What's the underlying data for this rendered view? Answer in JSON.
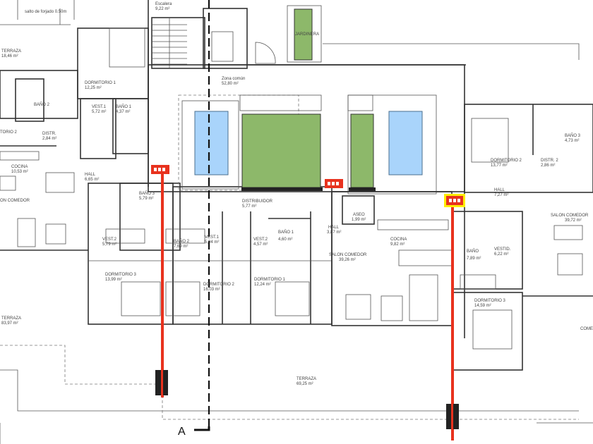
{
  "plan_note": "salto de forjado 0.50m",
  "rooms": [
    {
      "name": "TERRAZA",
      "area": "18,46 m²"
    },
    {
      "name": "DORMITORIO 1",
      "area": "12,25 m²"
    },
    {
      "name": "BAÑO 2",
      "area": ""
    },
    {
      "name": "VEST.1",
      "area": "5,72 m²"
    },
    {
      "name": "BAÑO 1",
      "area": "4,37 m²"
    },
    {
      "name": "TORIO 2",
      "area": ""
    },
    {
      "name": "DISTR.",
      "area": "2,84 m²"
    },
    {
      "name": "COCINA",
      "area": "10,53 m²"
    },
    {
      "name": "HALL",
      "area": "6,65 m²"
    },
    {
      "name": "BAÑO 3",
      "area": "5,79 m²"
    },
    {
      "name": "ON COMEDOR",
      "area": ""
    },
    {
      "name": "Escalera",
      "area": "9,22 m²"
    },
    {
      "name": "JARDINERA",
      "area": ""
    },
    {
      "name": "Zona común",
      "area": "52,80 m²"
    },
    {
      "name": "DISTRIBUIDOR",
      "area": "5,77 m²"
    },
    {
      "name": "ASEO",
      "area": "1,99 m²"
    },
    {
      "name": "HALL",
      "area": "3,87 m²"
    },
    {
      "name": "VEST.2",
      "area": "5,79 m²"
    },
    {
      "name": "BAÑO 2",
      "area": "7,69 m²"
    },
    {
      "name": "VEST.1",
      "area": "5,94 m²"
    },
    {
      "name": "VEST.2",
      "area": "4,57 m²"
    },
    {
      "name": "BAÑO 1",
      "area": "4,60 m²"
    },
    {
      "name": "COCINA",
      "area": "9,82 m²"
    },
    {
      "name": "SALON COMEDOR",
      "area": "39,26 m²"
    },
    {
      "name": "DORMITORIO 3",
      "area": "13,99 m²"
    },
    {
      "name": "DORMITORIO 2",
      "area": "16,03 m²"
    },
    {
      "name": "DORMITORIO 1",
      "area": "12,24 m²"
    },
    {
      "name": "TERRAZA",
      "area": "83,97 m²"
    },
    {
      "name": "TERRAZA",
      "area": "69,25 m²"
    },
    {
      "name": "DORMITORIO 2",
      "area": "13,77 m²"
    },
    {
      "name": "DISTR. 2",
      "area": "2,86 m²"
    },
    {
      "name": "BAÑO 3",
      "area": "4,73 m²"
    },
    {
      "name": "HALL",
      "area": "7,27 m²"
    },
    {
      "name": "SALON COMEDOR",
      "area": "39,72 m²"
    },
    {
      "name": "VESTID.",
      "area": "6,22 m²"
    },
    {
      "name": "BAÑO",
      "area": "7,89 m²"
    },
    {
      "name": "DORMITORIO 3",
      "area": "14,59 m²"
    },
    {
      "name": "COME",
      "area": ""
    }
  ],
  "section_marker": "A",
  "colors": {
    "pool": "#a9d4fb",
    "planter": "#8db86a",
    "section": "#e8321e",
    "highlight": "#ffee00"
  }
}
